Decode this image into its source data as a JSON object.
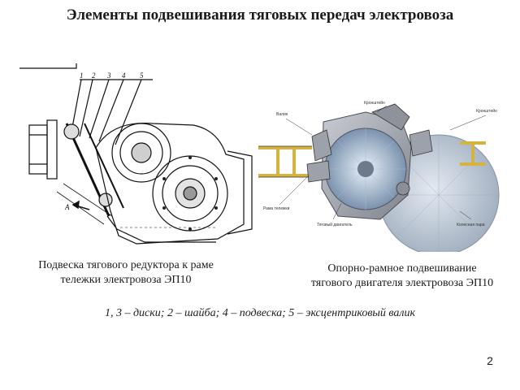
{
  "slide": {
    "title": "Элементы подвешивания тяговых передач электровоза",
    "page_number": "2"
  },
  "left_figure": {
    "caption_line1": "Подвеска тягового редуктора к раме",
    "caption_line2": "тележки электровоза ЭП10",
    "numbers": [
      "1",
      "2",
      "3",
      "4",
      "5"
    ],
    "arrow_label": "А"
  },
  "right_figure": {
    "caption_line1": "Опорно-рамное подвешивание",
    "caption_line2": "тягового двигателя электровоза ЭП10",
    "callouts": {
      "bracket_left": "Кронштейн",
      "bracket_right": "Кронштейн",
      "shaft": "Валик",
      "frame": "Рама тележки",
      "motor": "Тяговый двигатель",
      "wheelset": "Колесная пара"
    }
  },
  "legend": "1, 3 – диски; 2 – шайба; 4 – подвеска; 5 – эксцентриковый валик"
}
